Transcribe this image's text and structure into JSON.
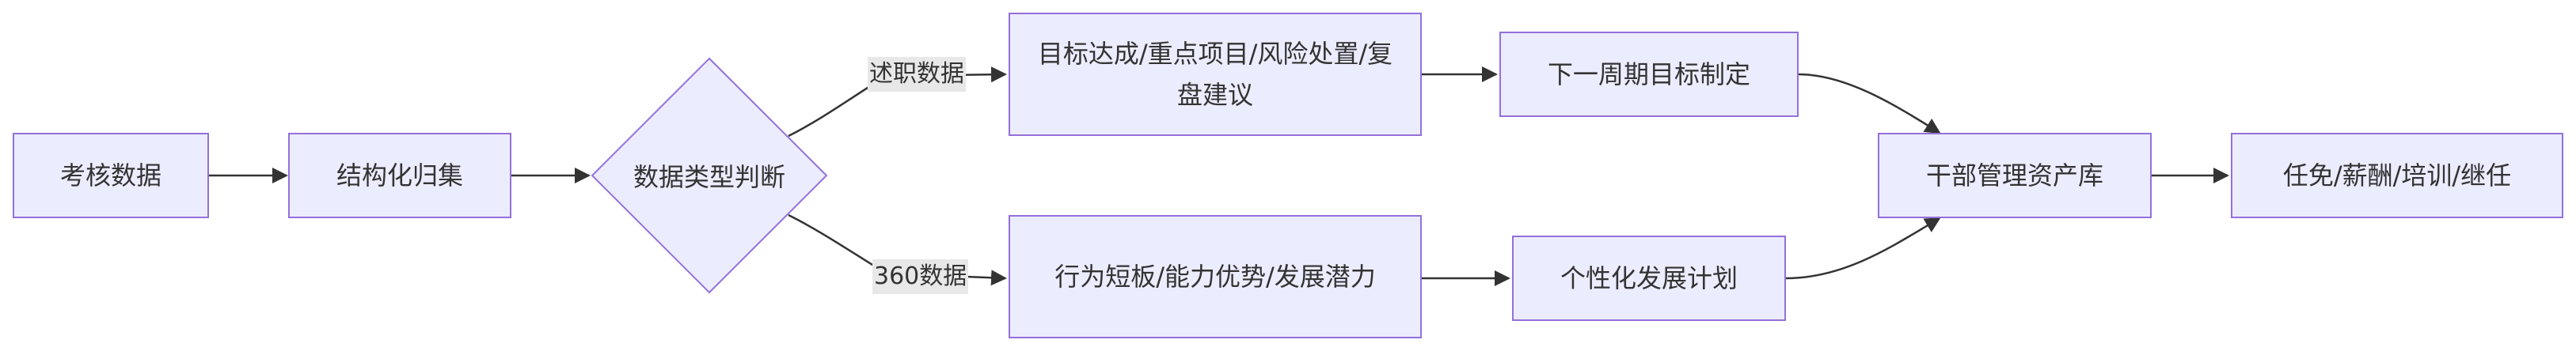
{
  "nodes": {
    "assessment_data": "考核数据",
    "structured_collection": "结构化归集",
    "data_type_judgment": "数据类型判断",
    "goal_achievement": "目标达成/重点项目/风险处置/复盘建议",
    "behavior_weakness": "行为短板/能力优势/发展潜力",
    "next_cycle_goal": "下一周期目标制定",
    "personal_dev_plan": "个性化发展计划",
    "cadre_asset_library": "干部管理资产库",
    "appointment_pay_training": "任免/薪酬/培训/继任"
  },
  "edge_labels": {
    "report_data": "述职数据",
    "data_360": "360数据"
  },
  "colors": {
    "node_fill": "#ECECFF",
    "node_stroke": "#9370DB",
    "edge": "#333333",
    "label_bg": "#E8E8E8"
  }
}
